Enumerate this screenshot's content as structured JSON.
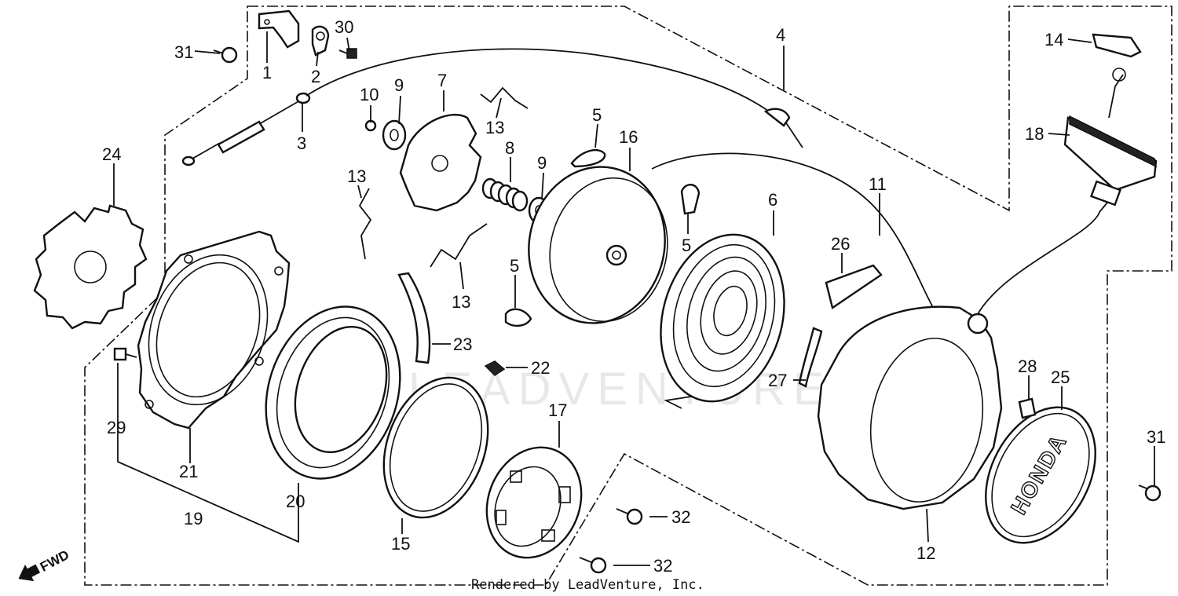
{
  "callouts": {
    "p1": "1",
    "p2": "2",
    "p3": "3",
    "p4": "4",
    "p5a": "5",
    "p5b": "5",
    "p5c": "5",
    "p6": "6",
    "p7": "7",
    "p8": "8",
    "p9a": "9",
    "p9b": "9",
    "p10": "10",
    "p11": "11",
    "p12": "12",
    "p13a": "13",
    "p13b": "13",
    "p13c": "13",
    "p14": "14",
    "p15": "15",
    "p16": "16",
    "p17": "17",
    "p18": "18",
    "p19": "19",
    "p20": "20",
    "p21": "21",
    "p22": "22",
    "p23": "23",
    "p24": "24",
    "p25": "25",
    "p26": "26",
    "p27": "27",
    "p28": "28",
    "p29": "29",
    "p30": "30",
    "p31a": "31",
    "p31b": "31",
    "p32a": "32",
    "p32b": "32"
  },
  "direction_label": "FWD",
  "footer": "Rendered by LeadVenture, Inc.",
  "watermark": "LEADVENTURE",
  "emblem_text": "HONDA"
}
